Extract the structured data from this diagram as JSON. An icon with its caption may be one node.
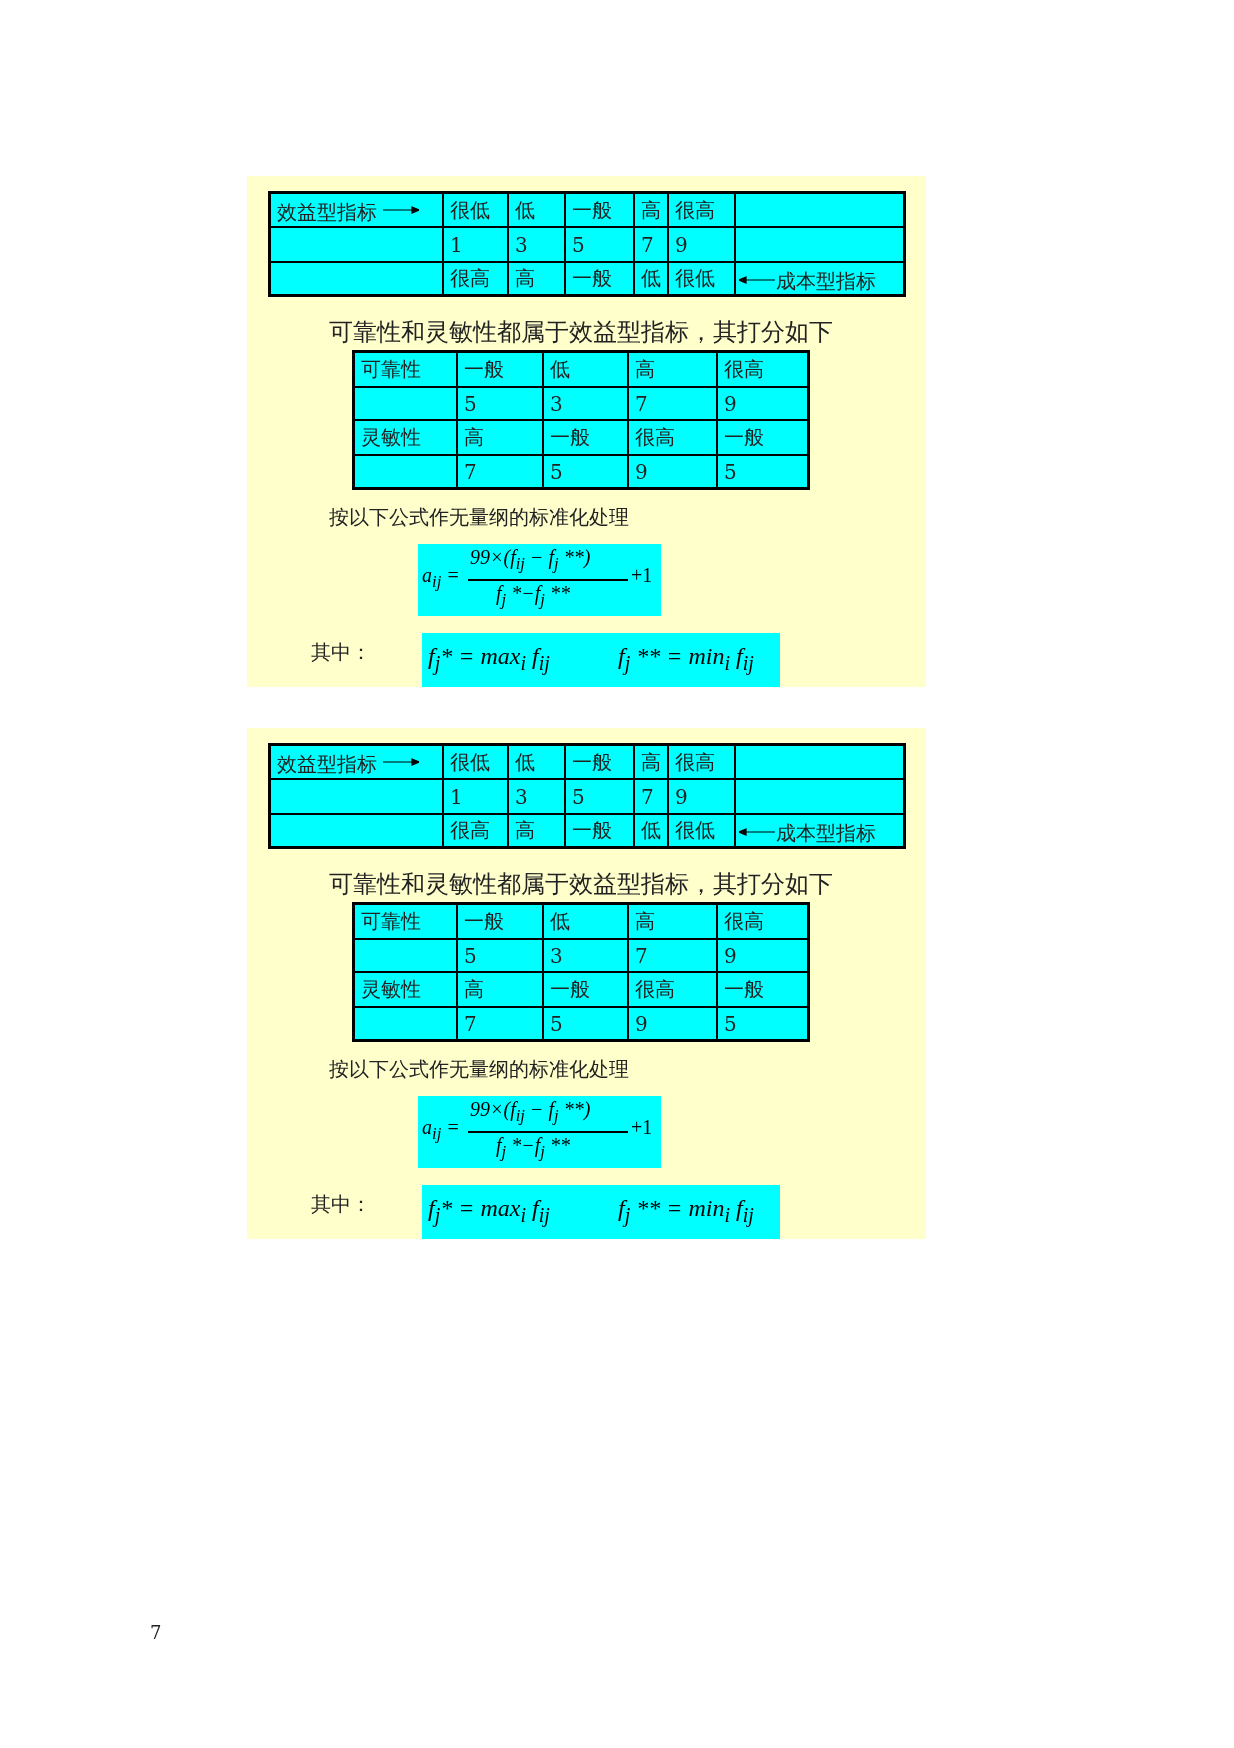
{
  "diagram": {
    "labels": [
      "效益型指标",
      "很低",
      "低",
      "一般",
      "高",
      "很高",
      "1",
      "3",
      "5",
      "7",
      "9",
      "很高",
      "高",
      "一般",
      "低",
      "很低",
      "成本型指标",
      "可靠性和灵敏性都属于效益型指标，其打分如下",
      "可靠性",
      "一般",
      "低",
      "高",
      "很高",
      "5",
      "3",
      "7",
      "9",
      "灵敏性",
      "高",
      "一般",
      "很高",
      "一般",
      "7",
      "5",
      "9",
      "5",
      "按以下公式作无量纲的标准化处理",
      "a$_{ij}$ =",
      "99×(f$_{ij}$ − f$_{j}$ **)",
      "f$_{j}$ *−f$_{j}$ **",
      "+1",
      "其中：",
      "f$_{j}$* = max$_{i}$ f$_{ij}$",
      "f$_{j}$ ** = min$_{i}$ f$_{ij}$",
      "效益型指标",
      "很低",
      "低",
      "一般",
      "高",
      "很高",
      "1",
      "3",
      "5",
      "7",
      "9",
      "很高",
      "高",
      "一般",
      "低",
      "很低",
      "成本型指标",
      "可靠性和灵敏性都属于效益型指标，其打分如下",
      "可靠性",
      "一般",
      "低",
      "高",
      "很高",
      "5",
      "3",
      "7",
      "9",
      "灵敏性",
      "高",
      "一般",
      "很高",
      "一般",
      "7",
      "5",
      "9",
      "5",
      "按以下公式作无量纲的标准化处理",
      "a$_{ij}$ =",
      "99×(f$_{ij}$ − f$_{j}$ **)",
      "f$_{j}$ *−f$_{j}$ **",
      "+1",
      "其中：",
      "f$_{j}$* = max$_{i}$ f$_{ij}$",
      "f$_{j}$ ** = min$_{i}$ f$_{ij}$",
      "7"
    ]
  }
}
